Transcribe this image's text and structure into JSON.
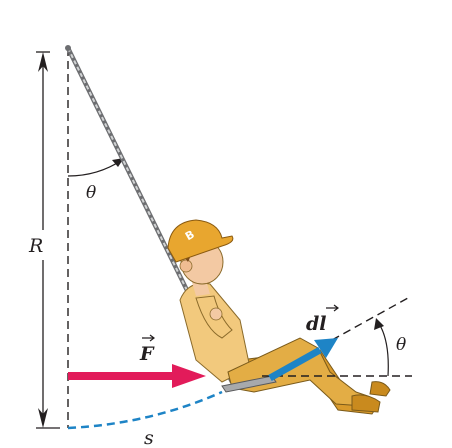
{
  "labels": {
    "radius": "R",
    "theta_top": "θ",
    "theta_right": "θ",
    "force": "F",
    "displacement": "dl",
    "arc": "s",
    "cap_letter": "B"
  },
  "colors": {
    "force_arrow": "#e21b5a",
    "displacement_arrow": "#1e84c6",
    "arc": "#1e84c6",
    "shirt": "#f2c97d",
    "pants": "#e0a93c",
    "cap": "#e8a62f",
    "skin": "#f3c9a3",
    "chain": "#6d6e71",
    "lines": "#231f20"
  }
}
